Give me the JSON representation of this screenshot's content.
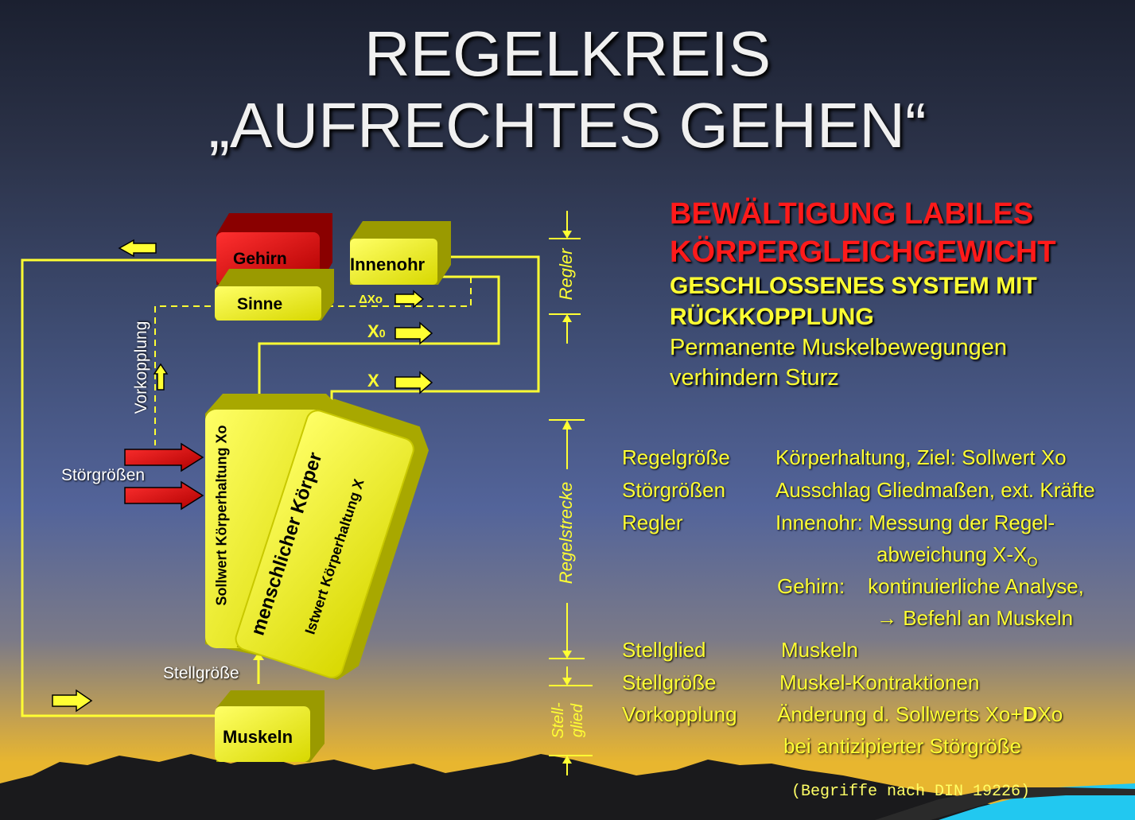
{
  "title": {
    "line1": "REGELKREIS",
    "line2": "„AUFRECHTES GEHEN“"
  },
  "header": {
    "red1": "BEWÄLTIGUNG LABILES",
    "red2": "KÖRPERGLEICHGEWICHT",
    "yel1": "GESCHLOSSENES SYSTEM MIT",
    "yel2": "RÜCKKOPPLUNG",
    "plain1": "Permanente Muskelbewegungen",
    "plain2": "verhindern Sturz"
  },
  "diagram": {
    "gehirn": "Gehirn",
    "sinne": "Sinne",
    "innenohr": "Innenohr",
    "muskeln": "Muskeln",
    "delta_xo": "ΔXo",
    "x0": "X",
    "x0_sub": "0",
    "x": "X",
    "vorkopplung": "Vorkopplung",
    "stoergroessen": "Störgrößen",
    "stellgroesse": "Stellgröße",
    "sollwert": "Sollwert  Körperhaltung Xo",
    "koerper": "menschlicher Körper",
    "istwert": "Istwert  Körperhaltung X",
    "regler": "Regler",
    "regelstrecke": "Regelstrecke",
    "stellglied": "Stell-\nglied"
  },
  "definitions": [
    {
      "term": "Regelgröße",
      "desc": "Körperhaltung, Ziel: Sollwert Xo"
    },
    {
      "term": "Störgrößen",
      "desc": "Ausschlag Gliedmaßen, ext. Kräfte"
    },
    {
      "term": "Regler",
      "desc": "Innenohr: Messung der Regel-"
    },
    {
      "term": "",
      "desc": "abweichung X-X"
    },
    {
      "term": "",
      "desc": "Gehirn:    kontinuierliche Analyse,"
    },
    {
      "term": "",
      "desc": "→ Befehl an Muskeln"
    },
    {
      "term": "Stellglied",
      "desc": "Muskeln"
    },
    {
      "term": "Stellgröße",
      "desc": "Muskel-Kontraktionen"
    },
    {
      "term": "Vorkopplung",
      "desc": "Änderung d. Sollwerts Xo+"
    },
    {
      "term": "",
      "desc": "bei antizipierter Störgröße"
    }
  ],
  "def_extra": {
    "sub_o": "O",
    "bold_d": "D",
    "xo": "Xo"
  },
  "footnote": "(Begriffe nach DIN 19226)",
  "colors": {
    "yellow": "#ffff33",
    "red": "#ff1a1a",
    "box_yellow": "#f2f21a",
    "box_red": "#e00000"
  }
}
